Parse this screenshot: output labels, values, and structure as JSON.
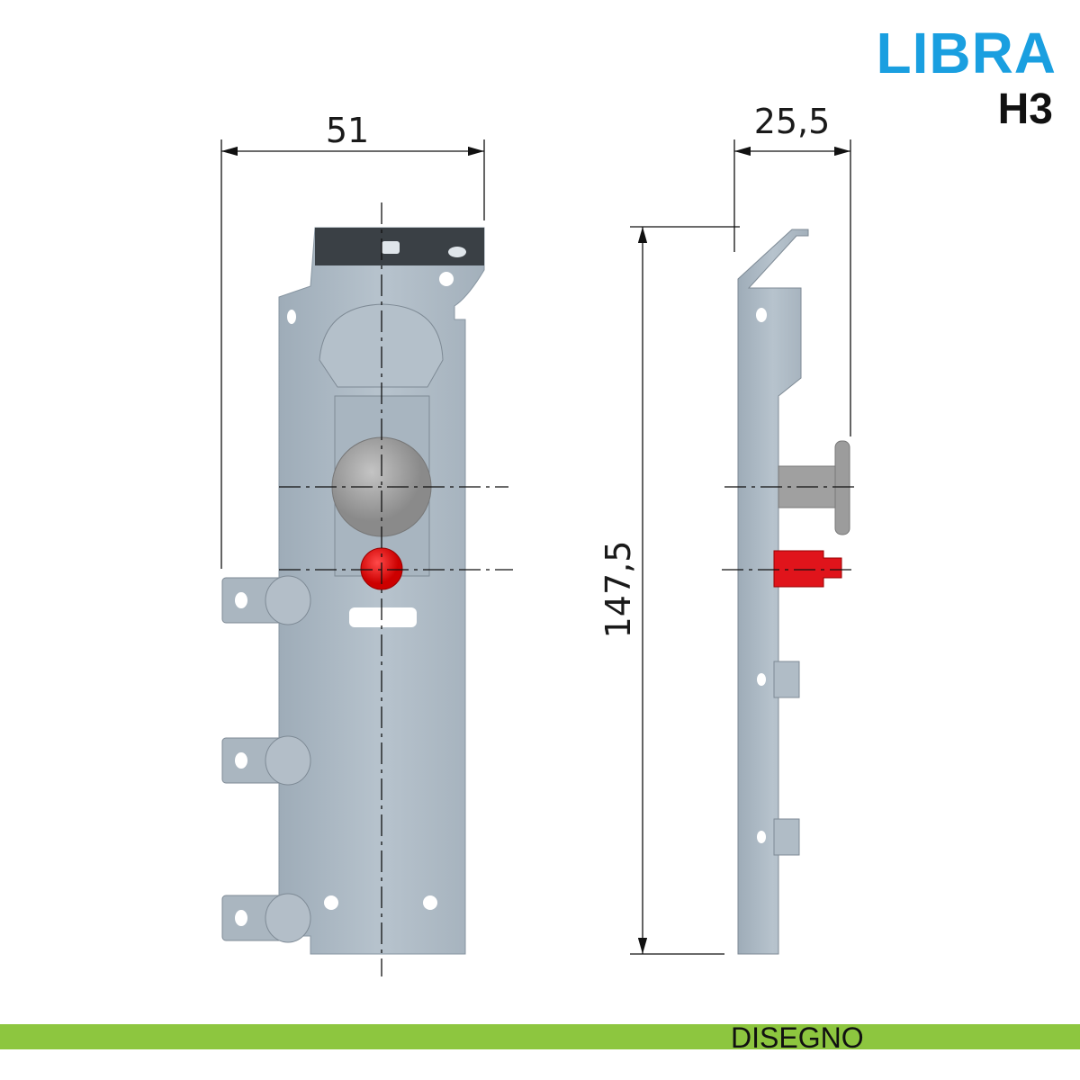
{
  "header": {
    "brand": "LIBRA",
    "model": "H3"
  },
  "dimensions": {
    "front_width": "51",
    "side_depth": "25,5",
    "height": "147,5"
  },
  "footer": {
    "label": "DISEGNO"
  },
  "colors": {
    "brand": "#1a9fe0",
    "footer_bar": "#8dc63f",
    "plate": "#a9b6c1",
    "pin": "#e0141b",
    "screw": "#9a9a9a"
  }
}
